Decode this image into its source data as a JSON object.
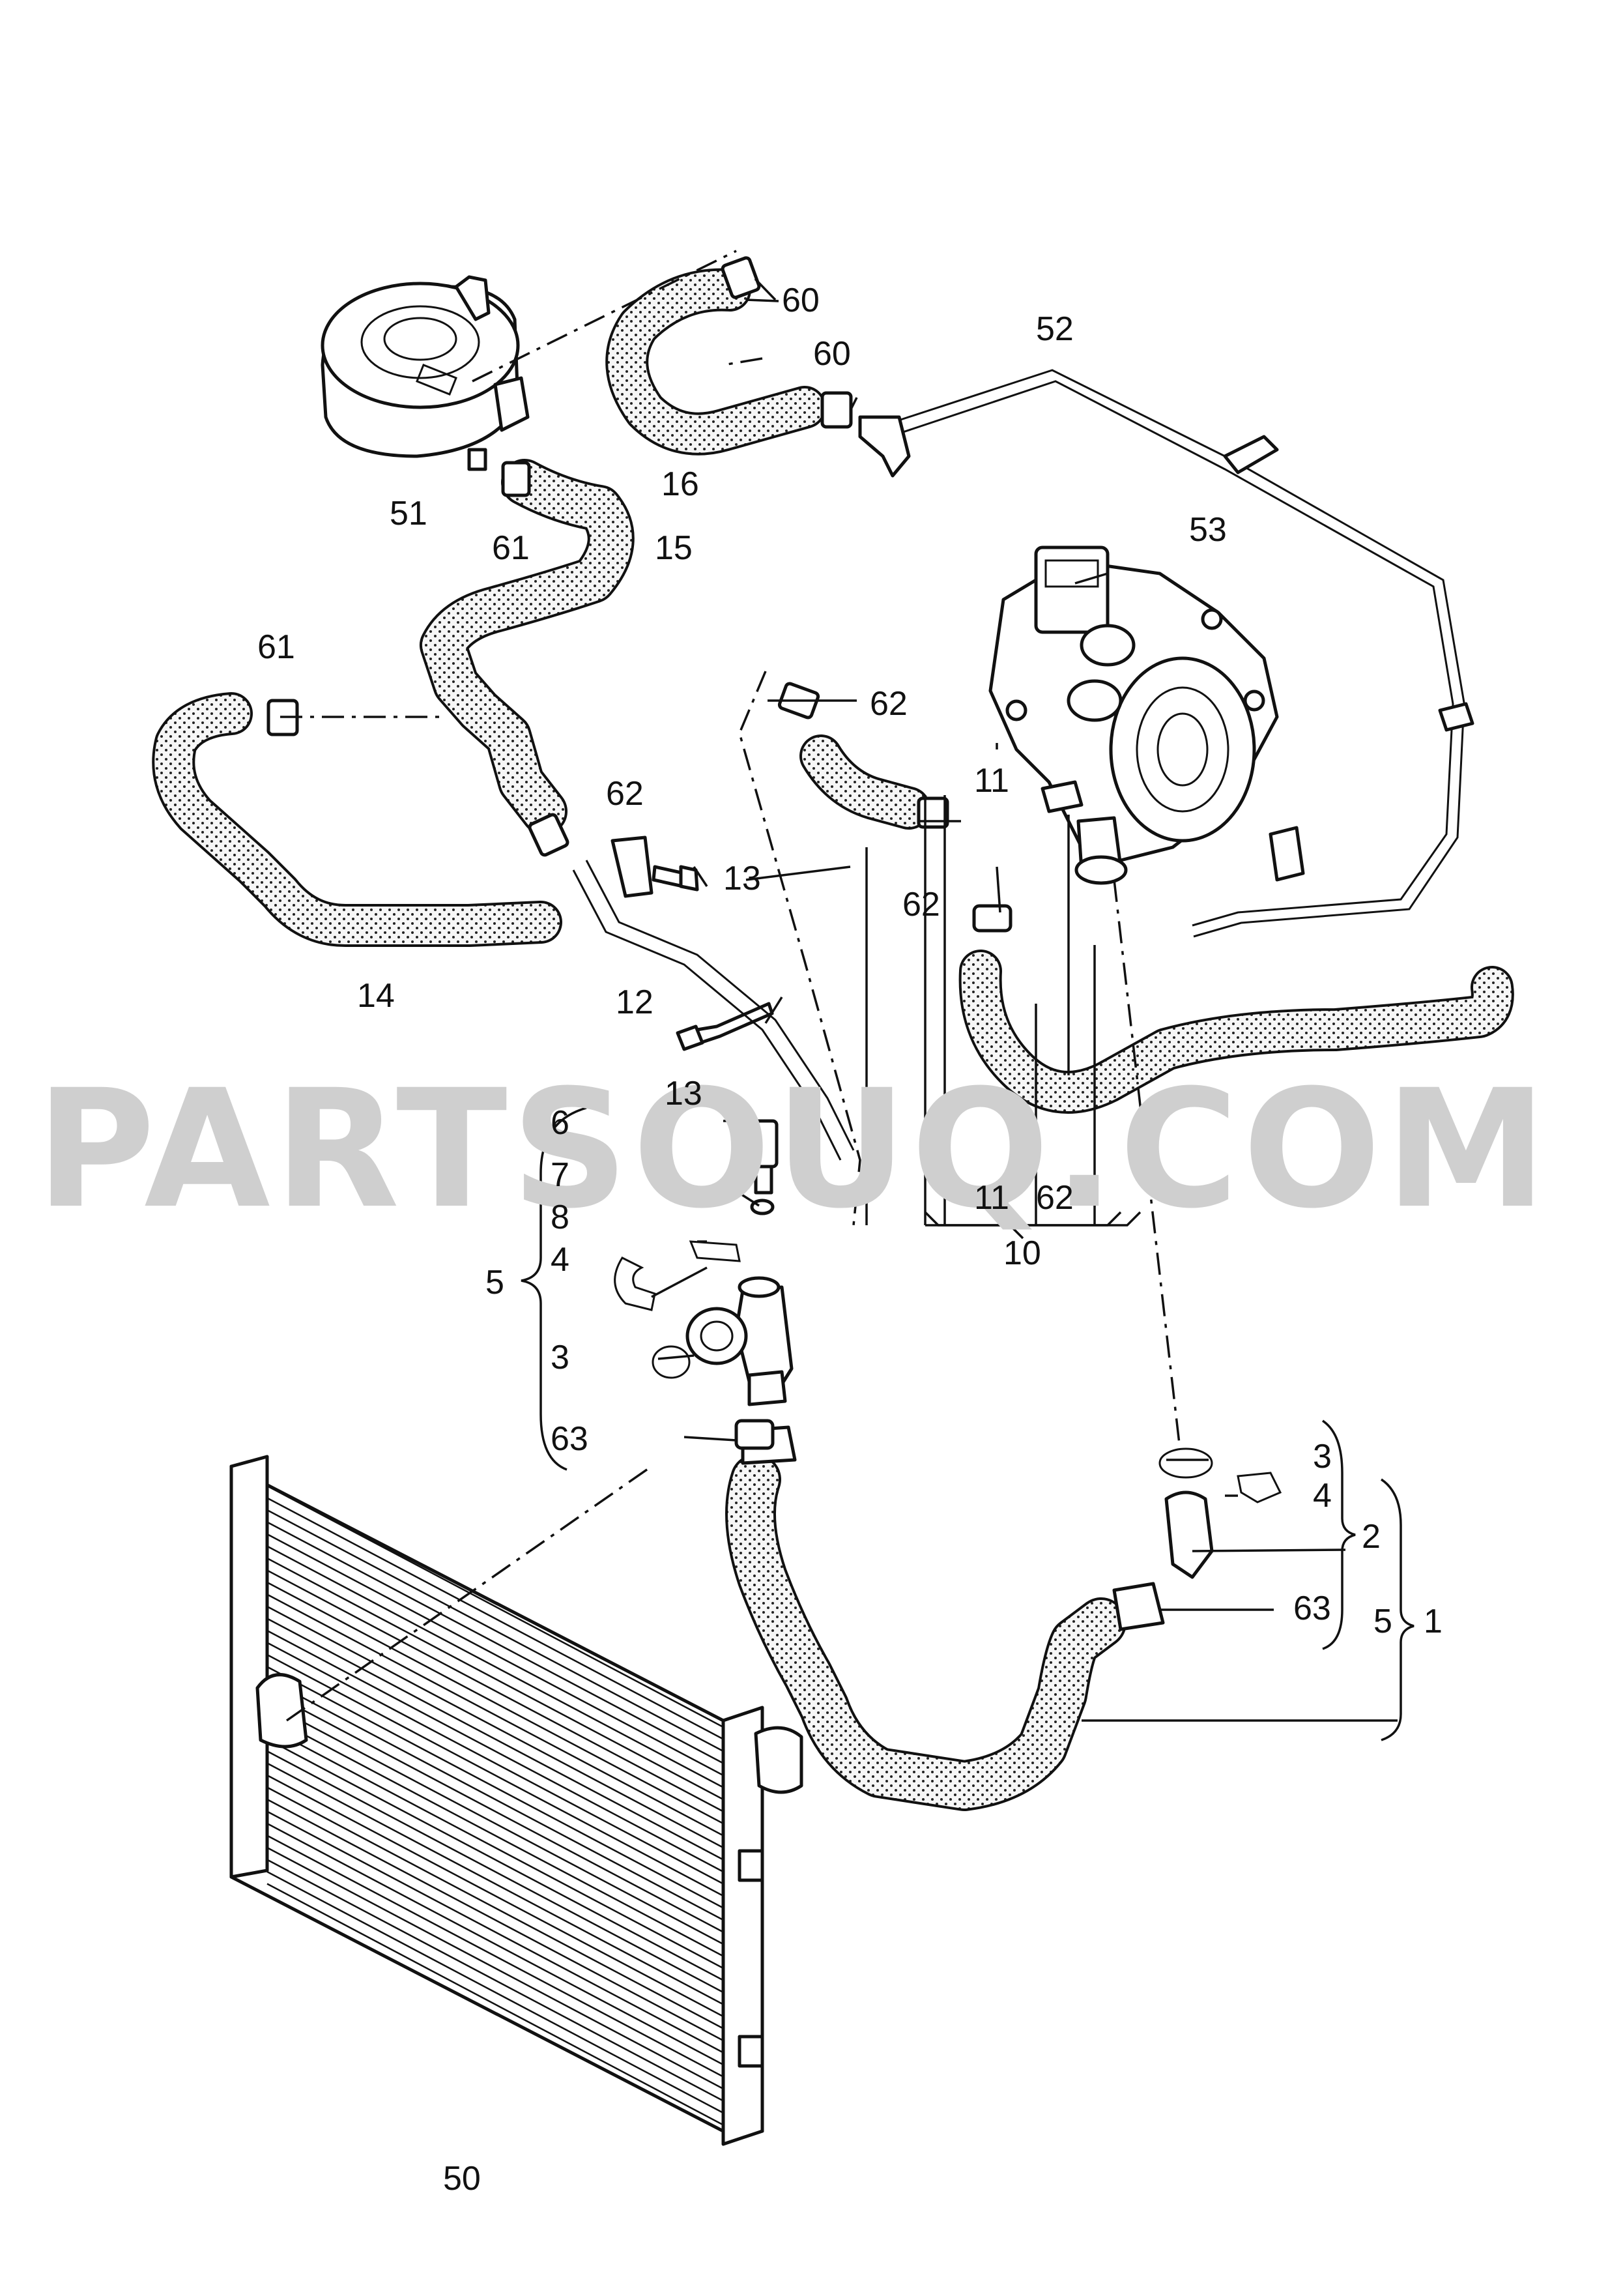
{
  "watermark": "PARTSOUQ.COM",
  "callouts": [
    {
      "id": "c60a",
      "text": "60"
    },
    {
      "id": "c60b",
      "text": "60"
    },
    {
      "id": "c52",
      "text": "52"
    },
    {
      "id": "c51",
      "text": "51"
    },
    {
      "id": "c61a",
      "text": "61"
    },
    {
      "id": "c15",
      "text": "15"
    },
    {
      "id": "c16",
      "text": "16"
    },
    {
      "id": "c53",
      "text": "53"
    },
    {
      "id": "c61b",
      "text": "61"
    },
    {
      "id": "c62a",
      "text": "62"
    },
    {
      "id": "c62b",
      "text": "62"
    },
    {
      "id": "c11a",
      "text": "11"
    },
    {
      "id": "c62c",
      "text": "62"
    },
    {
      "id": "c13a",
      "text": "13"
    },
    {
      "id": "c14",
      "text": "14"
    },
    {
      "id": "c12",
      "text": "12"
    },
    {
      "id": "c13b",
      "text": "13"
    },
    {
      "id": "c6",
      "text": "6"
    },
    {
      "id": "c7",
      "text": "7"
    },
    {
      "id": "c8",
      "text": "8"
    },
    {
      "id": "c4a",
      "text": "4"
    },
    {
      "id": "c5a",
      "text": "5"
    },
    {
      "id": "c3a",
      "text": "3"
    },
    {
      "id": "c63a",
      "text": "63"
    },
    {
      "id": "c11b",
      "text": "11"
    },
    {
      "id": "c62d",
      "text": "62"
    },
    {
      "id": "c10",
      "text": "10"
    },
    {
      "id": "c3b",
      "text": "3"
    },
    {
      "id": "c4b",
      "text": "4"
    },
    {
      "id": "c2",
      "text": "2"
    },
    {
      "id": "c63b",
      "text": "63"
    },
    {
      "id": "c5b",
      "text": "5"
    },
    {
      "id": "c1",
      "text": "1"
    },
    {
      "id": "c50",
      "text": "50"
    }
  ],
  "colors": {
    "hose_fill": "#f6f6f6",
    "ink": "#111111",
    "watermark": "#cfcfcf"
  }
}
